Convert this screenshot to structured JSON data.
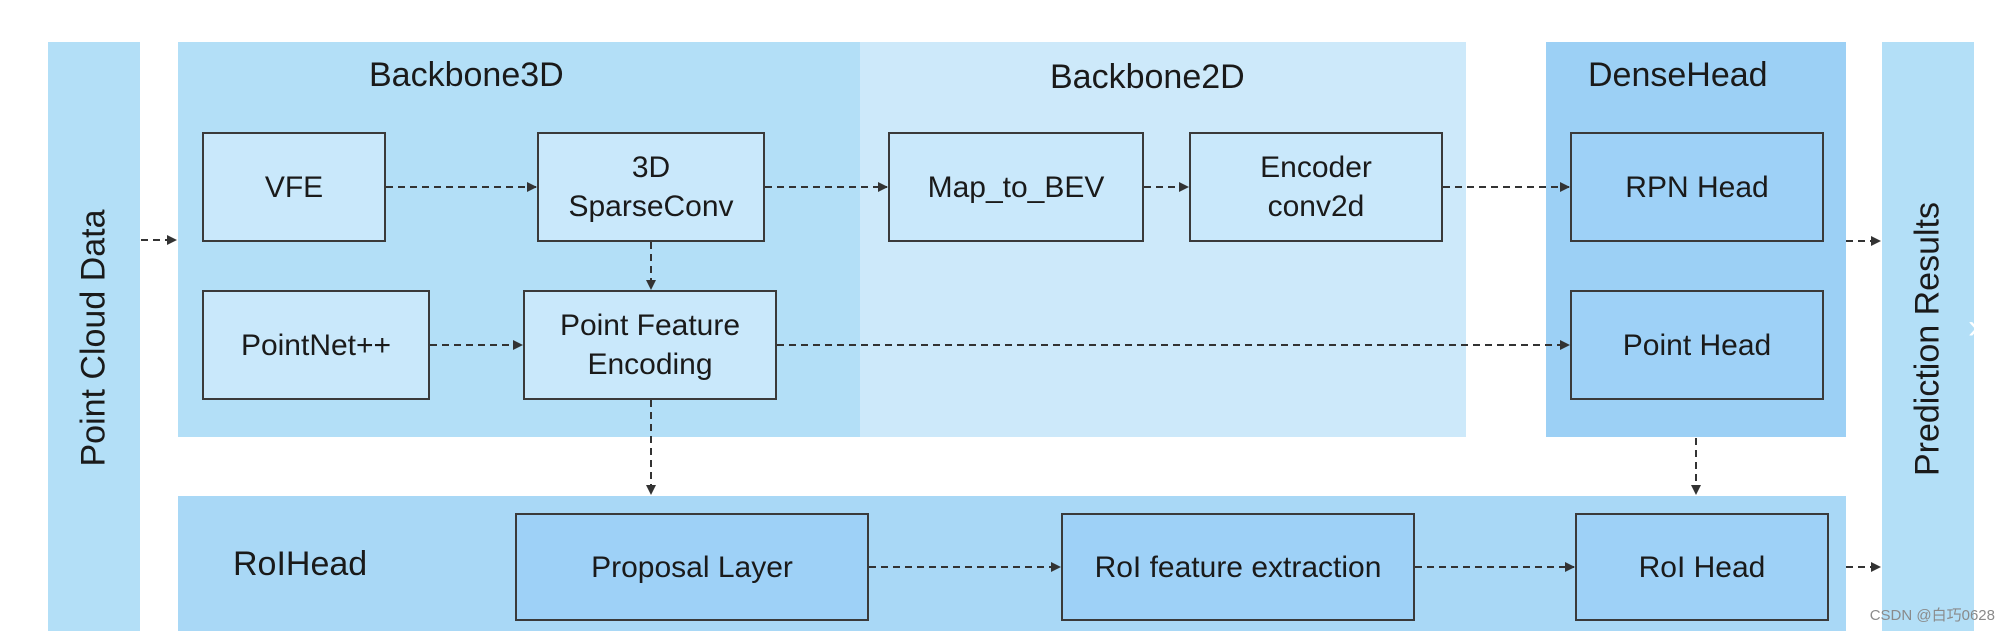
{
  "diagram": {
    "colors": {
      "backbone3d": "#b3dff7",
      "backbone2d": "#cde9fa",
      "densehead": "#9cd0f5",
      "roihead": "#a9d8f6",
      "input": "#b3dff7",
      "output": "#b3dff7",
      "box_light": "#c9e8fb",
      "box_dark": "#9ed1f7",
      "arrow": "#333333"
    },
    "input_label": "Point Cloud Data",
    "output_label": "Prediction Results",
    "regions": {
      "backbone3d": "Backbone3D",
      "backbone2d": "Backbone2D",
      "densehead": "DenseHead",
      "roihead": "RoIHead"
    },
    "nodes": {
      "vfe": "VFE",
      "sparseconv": "3D\nSparseConv",
      "pointnet": "PointNet++",
      "point_feature": "Point Feature\nEncoding",
      "map_to_bev": "Map_to_BEV",
      "encoder": "Encoder\nconv2d",
      "rpn_head": "RPN Head",
      "point_head": "Point Head",
      "proposal_layer": "Proposal Layer",
      "roi_feature": "RoI feature extraction",
      "roi_head": "RoI Head"
    },
    "watermark": "CSDN @白巧0628"
  }
}
